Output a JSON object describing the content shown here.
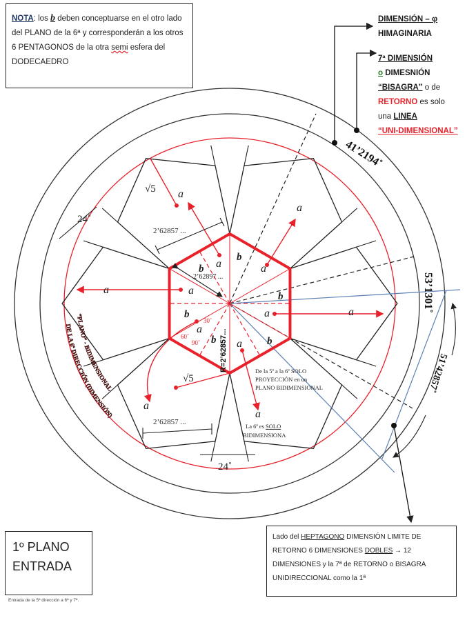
{
  "note": {
    "label": "NOTA",
    "line1": ": los ",
    "symbol": "b",
    "line1b": " deben conceptuarse en el otro lado del PLANO de la  6ª y corresponderán a los otros  6 PENTAGONOS de la otra ",
    "semi": "semi",
    "line_end": " esfera del DODECAEDRO"
  },
  "right_notes": {
    "dim_phi": "DIMENSIÓN – φ",
    "himaginaria": "HIMAGINARIA",
    "dim7": "7ª DIMENSIÓN",
    "o": "o",
    "dimesnion": " DIMESNIÓN",
    "bisagra": "“BISAGRA”",
    "ode": " o de",
    "retorno": "RETORNO",
    "es_solo": " es solo",
    "una": "una ",
    "linea": "LINEA",
    "unidim": "“UNI-DIMENSIONAL”"
  },
  "heptagono_box": {
    "t1": "Lado del ",
    "heptagono": "HEPTAGONO",
    "t2": " DIMENSIÓN LIMITE DE RETORNO  6  DIMENSIONES  ",
    "dobles": "DOBLES",
    "t3": " → 12 DIMENSIONES y la 7ª de RETORNO o BISAGRA UNIDIRECCIONAL como la 1ª"
  },
  "plano_box": {
    "line1": "1º PLANO",
    "line2": "ENTRADA"
  },
  "plano_caption": "Entrada de la 5ª dirección a 6ª y 7ª.",
  "diagram": {
    "a": "a",
    "b": "b",
    "sqrt5": "√5",
    "side_top": "2’62857 ...",
    "side_bottom": "2’62857 ...",
    "side_hex": "2’62897 ...",
    "radius": "R=2’62857...",
    "angle24_top": "24˚",
    "angle24_bottom": "24˚",
    "angle30": "30˚",
    "angle60": "60˚",
    "angle90": "90˚",
    "angle_41": "41’2194˚",
    "angle_53": "53’1301˚",
    "angle_51": "51’42857˚",
    "proy1": "De la  5ª a la 6ª SOLO",
    "proy2": "PROYECCIÓN en un",
    "proy3": "PLANO BIDIMENSIONAL",
    "solo1a": "La 6ª es ",
    "solo1b": "SOLO",
    "solo2": "BIDIMENSIONA",
    "curved1": "“PLANO” - BIDIMENSIONAL",
    "curved2": "DE LA 6ª DIRECCIÓN (DIMENSIÓN)"
  },
  "colors": {
    "red": "#e8212b",
    "blue": "#5b7fb5",
    "dark": "#222222",
    "curved": "#6a1010"
  }
}
